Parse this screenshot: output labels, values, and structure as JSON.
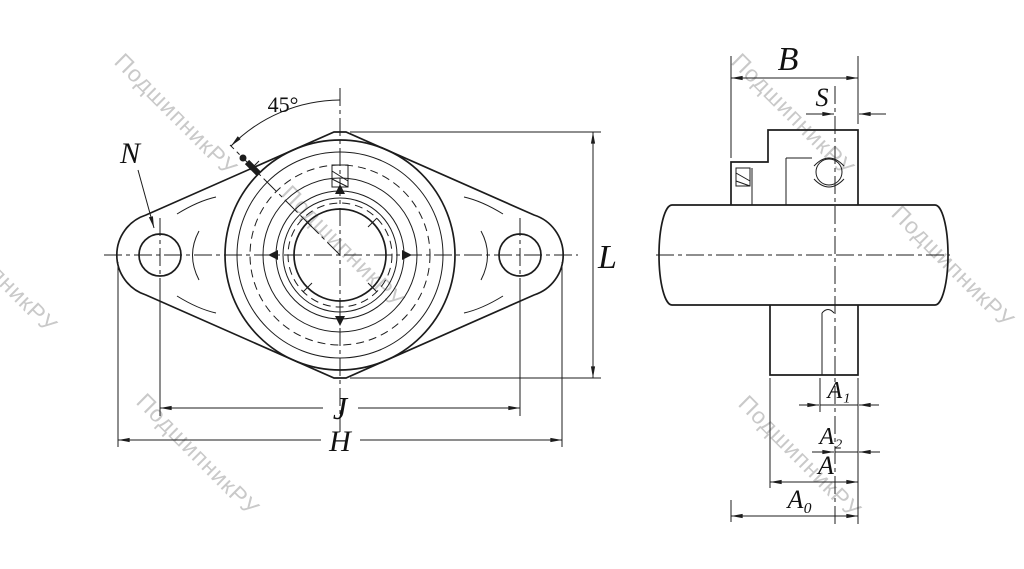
{
  "watermark": {
    "text": "ПодшипникРУ"
  },
  "colors": {
    "line": "#1c1c1c",
    "watermark": "#c9c9c9",
    "background": "#ffffff"
  },
  "front_view": {
    "labels": {
      "angle": "45°",
      "n": "N",
      "l": "L",
      "j": "J",
      "h": "H"
    }
  },
  "side_view": {
    "labels": {
      "b": "B",
      "s": "S",
      "a1": "A₁",
      "a2": "A₂",
      "a": "A",
      "a0": "A₀"
    }
  }
}
